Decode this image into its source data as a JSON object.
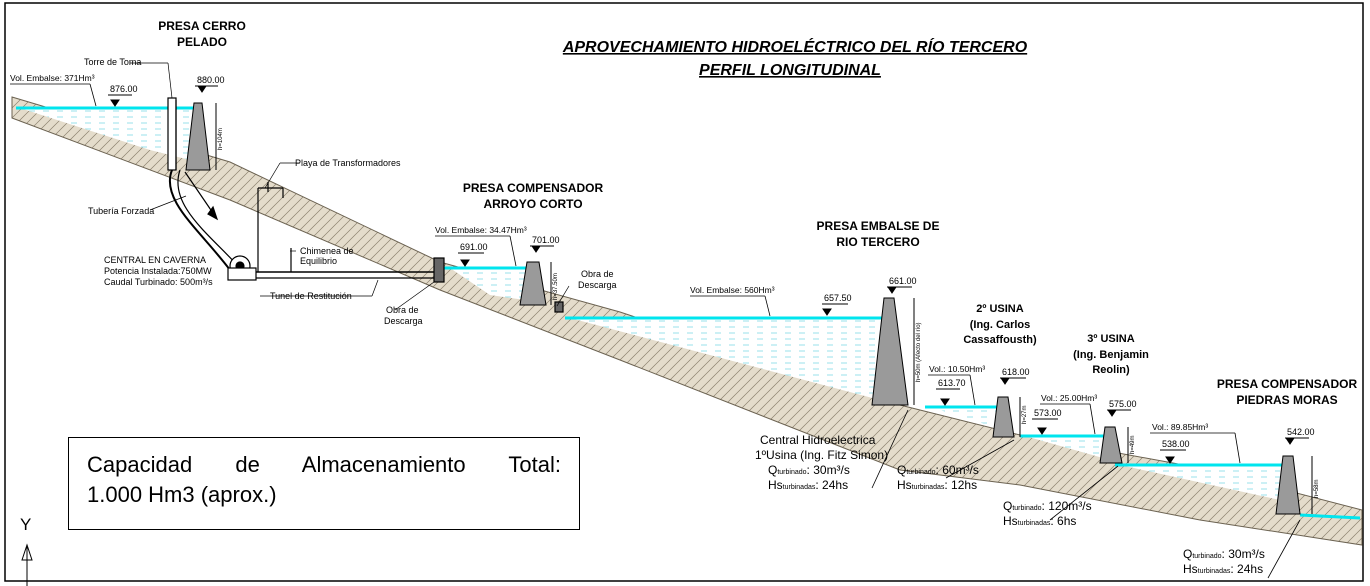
{
  "title": {
    "line1": "APROVECHAMIENTO HIDROELÉCTRICO DEL RÍO TERCERO",
    "line2": "PERFIL LONGITUDINAL"
  },
  "capacity": {
    "line1": "Capacidad de Almacenamiento Total:",
    "line2": "1.000 Hm3 (aprox.)"
  },
  "axis": {
    "y_label": "Y"
  },
  "colors": {
    "water": "#00e5ee",
    "water_hatch": "#7fd9e6",
    "ground": "#d8d0bd",
    "dam": "#9a9a9a",
    "ink": "#000000"
  },
  "dams": {
    "cerro_pelado": {
      "name_line1": "PRESA CERRO",
      "name_line2": "PELADO",
      "crest": "880.00",
      "water_level": "876.00",
      "volume": "Vol. Embalse: 371Hm³",
      "height": "h=104m"
    },
    "arroyo_corto": {
      "name_line1": "PRESA COMPENSADOR",
      "name_line2": "ARROYO CORTO",
      "crest": "701.00",
      "water_level": "691.00",
      "volume": "Vol. Embalse: 34.47Hm³",
      "height": "h=37.50m"
    },
    "rio_tercero": {
      "name_line1": "PRESA EMBALSE DE",
      "name_line2": "RIO TERCERO",
      "crest": "661.00",
      "water_level": "657.50",
      "volume": "Vol. Embalse: 560Hm³",
      "height": "h=50m (Afecto del río)"
    },
    "segunda_usina": {
      "name_line1": "2º USINA",
      "name_line2": "(Ing. Carlos",
      "name_line3": "Cassaffousth)",
      "crest": "618.00",
      "water_level": "613.70",
      "volume": "Vol.: 10.50Hm³",
      "height": "h=27m"
    },
    "tercera_usina": {
      "name_line1": "3º USINA",
      "name_line2": "(Ing. Benjamin",
      "name_line3": "Reolin)",
      "crest": "575.00",
      "water_level": "573.00",
      "volume": "Vol.: 25.00Hm³",
      "height": "h=49m"
    },
    "piedras_moras": {
      "name_line1": "PRESA COMPENSADOR",
      "name_line2": "PIEDRAS MORAS",
      "crest": "542.00",
      "water_level": "538.00",
      "volume": "Vol.: 89.85Hm³",
      "height": "h=58m"
    }
  },
  "infrastructure": {
    "torre_toma": "Torre de Toma",
    "tuberia": "Tubería Forzada",
    "playa": "Playa de Transformadores",
    "chimenea_1": "Chimenea de",
    "chimenea_2": "Equilibrio",
    "central_1": "CENTRAL EN CAVERNA",
    "central_2": "Potencia Instalada:750MW",
    "central_3": "Caudal Turbinado: 500m³/s",
    "tunel": "Tunel de Restitución",
    "obra_descarga_1a": "Obra de",
    "obra_descarga_1b": "Descarga",
    "obra_descarga_2a": "Obra de",
    "obra_descarga_2b": "Descarga"
  },
  "plants": {
    "primera": {
      "name_1": "Central Hidroelectrica",
      "name_2": "1ºUsina (Ing. Fitz Simon)",
      "q_label": "Q",
      "q_sub": "turbinado",
      "q_value": ": 30m³/s",
      "hs_label": "Hs",
      "hs_sub": "turbinadas",
      "hs_value": ": 24hs"
    },
    "segunda": {
      "q_label": "Q",
      "q_sub": "turbinado",
      "q_value": ": 60m³/s",
      "hs_label": "Hs",
      "hs_sub": "turbinadas",
      "hs_value": ": 12hs"
    },
    "tercera": {
      "q_label": "Q",
      "q_sub": "turbinado",
      "q_value": ": 120m³/s",
      "hs_label": "Hs",
      "hs_sub": "turbinadas",
      "hs_value": ": 6hs"
    },
    "cuarta": {
      "q_label": "Q",
      "q_sub": "turbinado",
      "q_value": ": 30m³/s",
      "hs_label": "Hs",
      "hs_sub": "turbinadas",
      "hs_value": ": 24hs"
    }
  }
}
